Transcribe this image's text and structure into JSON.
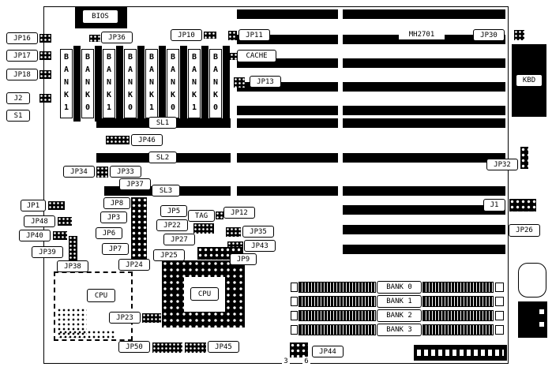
{
  "diagram": {
    "model": "MH2701",
    "labels": {
      "bios": "BIOS",
      "jp36": "JP36",
      "jp10": "JP10",
      "jp11": "JP11",
      "jp30": "JP30",
      "jp16": "JP16",
      "jp17": "JP17",
      "jp18": "JP18",
      "j2": "J2",
      "s1": "S1",
      "cache": "CACHE",
      "jp13": "JP13",
      "kbd": "KBD",
      "sl1": "SL1",
      "jp46": "JP46",
      "sl2": "SL2",
      "jp34": "JP34",
      "jp33": "JP33",
      "jp37": "JP37",
      "sl3": "SL3",
      "jp32": "JP32",
      "jp1": "JP1",
      "jp48": "JP48",
      "jp40": "JP40",
      "jp39": "JP39",
      "jp38": "JP38",
      "jp8": "JP8",
      "jp3": "JP3",
      "jp6": "JP6",
      "jp7": "JP7",
      "jp24": "JP24",
      "jp25": "JP25",
      "jp5": "JP5",
      "jp22": "JP22",
      "jp27": "JP27",
      "tag": "TAG",
      "jp12": "JP12",
      "jp35": "JP35",
      "jp43": "JP43",
      "jp9": "JP9",
      "j1": "J1",
      "jp26": "JP26",
      "cpu_dashed": "CPU",
      "cpu_socket": "CPU",
      "jp23": "JP23",
      "jp50": "JP50",
      "jp45": "JP45",
      "jp44": "JP44",
      "jp44_pin3": "3",
      "jp44_pin6": "6"
    },
    "memory": {
      "vertical_banks": [
        "BANK1",
        "BANK0",
        "BANK1",
        "BANK0",
        "BANK1",
        "BANK0",
        "BANK1",
        "BANK0"
      ],
      "simm_banks": [
        "BANK 0",
        "BANK 1",
        "BANK 2",
        "BANK 3"
      ]
    }
  }
}
